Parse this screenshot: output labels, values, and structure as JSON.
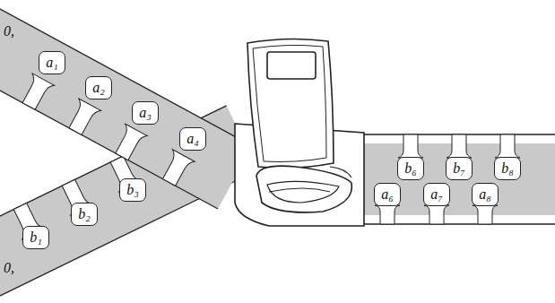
{
  "diagram": {
    "nodes": [
      {
        "text": [
          "a₁"
        ]
      },
      {
        "text": [
          "a₂"
        ]
      },
      {
        "text": [
          "a₃"
        ]
      },
      {
        "text": [
          "a₄"
        ]
      },
      {
        "text": [
          "b₁"
        ]
      },
      {
        "text": [
          "b₂"
        ]
      },
      {
        "text": [
          "b₃"
        ]
      },
      {
        "text": [
          "a₆"
        ]
      },
      {
        "text": [
          "b₆"
        ]
      },
      {
        "text": [
          "a₇"
        ]
      },
      {
        "text": [
          "b₇"
        ]
      },
      {
        "text": [
          "a₈"
        ]
      },
      {
        "text": [
          "b₈"
        ]
      }
    ],
    "labels": [
      "0,",
      "0,"
    ]
  }
}
